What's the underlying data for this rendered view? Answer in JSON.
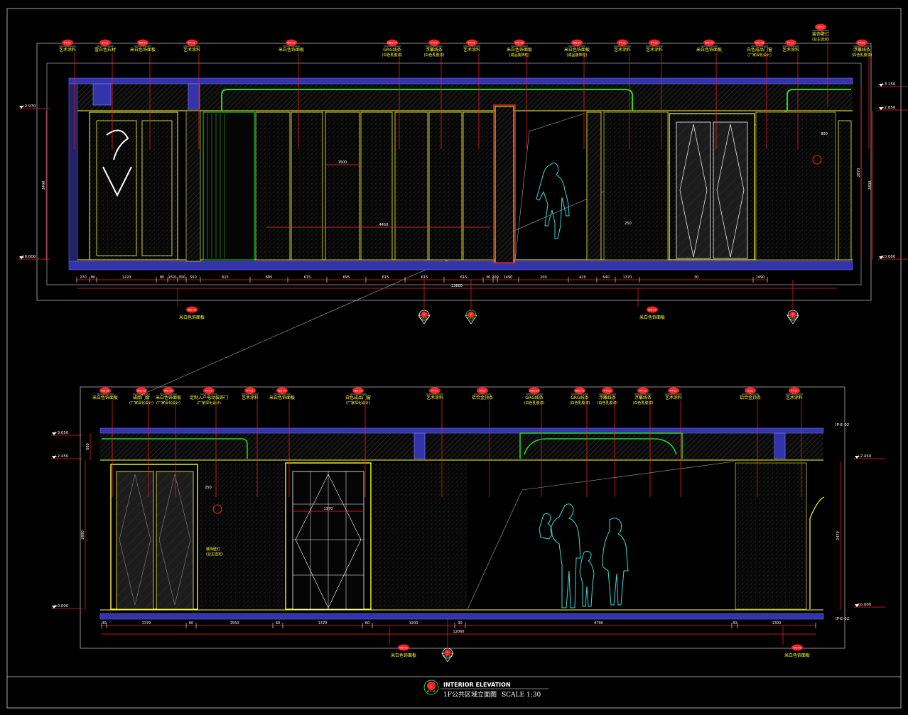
{
  "colors": {
    "background": "#000000",
    "wall_line": "#ffff33",
    "green": "#22dd22",
    "blue_band": "#3333aa",
    "red": "#ff2222",
    "cyan": "#33dddd",
    "white": "#ffffff",
    "gray": "#888888"
  },
  "title_block": {
    "tag_top": "A",
    "tag_bottom": "IP-F-02",
    "title_en": "INTERIOR ELEVATION",
    "title_zh": "1F公共区域立面图",
    "scale": "SCALE 1:30"
  },
  "elevation_top": {
    "callouts": [
      {
        "tag": "PT-01",
        "text": "艺术涂料",
        "sub": ""
      },
      {
        "tag": "ST-01",
        "text": "雪白色石材",
        "sub": ""
      },
      {
        "tag": "WD-01",
        "text": "米白色饰面板",
        "sub": ""
      },
      {
        "tag": "PT-01",
        "text": "艺术涂料",
        "sub": ""
      },
      {
        "tag": "WD-01",
        "text": "米白色饰面板",
        "sub": ""
      },
      {
        "tag": "GRG-01",
        "text": "GRG线条",
        "sub": "(白色乳胶漆)"
      },
      {
        "tag": "PT-02",
        "text": "浮雕线条",
        "sub": "(白色乳胶漆)"
      },
      {
        "tag": "PT-01",
        "text": "艺术涂料",
        "sub": ""
      },
      {
        "tag": "WD-02",
        "text": "米白色饰面板",
        "sub": "(成品装饰柱)"
      },
      {
        "tag": "WD-02",
        "text": "米白色饰面板",
        "sub": "(成品装饰柱)"
      },
      {
        "tag": "PT-01",
        "text": "艺术涂料",
        "sub": ""
      },
      {
        "tag": "PT-01",
        "text": "艺术涂料",
        "sub": ""
      },
      {
        "tag": "WD-01",
        "text": "米白色饰面板",
        "sub": ""
      },
      {
        "tag": "WD-03",
        "text": "白色成品门窗",
        "sub": "(厂家深化设计)"
      },
      {
        "tag": "PT-01",
        "text": "艺术涂料",
        "sub": ""
      },
      {
        "tag": "LT-01",
        "text": "装饰壁灯",
        "sub": "(业主选定)"
      },
      {
        "tag": "PT-02",
        "text": "浮雕线条",
        "sub": "(白色乳胶漆)"
      }
    ],
    "levels": {
      "ceiling_left": "+2.970",
      "floor_left": "±0.000",
      "top_right": "+3.150",
      "ceiling_right": "+2.850",
      "floor_right": "±0.000"
    },
    "bottom_dims": [
      "270",
      "80",
      "1220",
      "80",
      "1501",
      "300",
      "550",
      "615",
      "695",
      "615",
      "695",
      "615",
      "615",
      "615",
      "30",
      "200",
      "1490",
      "200",
      "420",
      "640",
      "1370",
      "30",
      "1490"
    ],
    "total_dim": "13800",
    "bottom_callouts": [
      {
        "tag": "WD-01",
        "text": "米白色饰面板"
      },
      {
        "tag": "WD-01",
        "text": "米白色饰面板"
      }
    ],
    "section_markers": [
      {
        "letter": "B",
        "sheet": "IP-E-02"
      },
      {
        "letter": "C",
        "sheet": "IP-E-02"
      },
      {
        "letter": "D",
        "sheet": "IP-E-02"
      }
    ],
    "inner_dims": {
      "h1": "3400",
      "h2": "2870",
      "h3": "2800",
      "h4": "4450",
      "d1": "1500",
      "d2": "800",
      "d3": "250"
    }
  },
  "elevation_bottom": {
    "callouts": [
      {
        "tag": "WD-01",
        "text": "米白色饰面板",
        "sub": ""
      },
      {
        "tag": "WD-02",
        "text": "成品门套",
        "sub": "(厂家深化设计)"
      },
      {
        "tag": "WD-01",
        "text": "米白色饰面板",
        "sub": "(厂家深化设计)"
      },
      {
        "tag": "PT-01",
        "text": "定制入户电动装饰门",
        "sub": "(厂家深化设计)"
      },
      {
        "tag": "PT-01",
        "text": "艺术涂料",
        "sub": ""
      },
      {
        "tag": "WD-01",
        "text": "米白色饰面板",
        "sub": ""
      },
      {
        "tag": "WD-03",
        "text": "白色成品门窗",
        "sub": "(厂家深化设计)"
      },
      {
        "tag": "PT-01",
        "text": "艺术涂料",
        "sub": ""
      },
      {
        "tag": "LT-01",
        "text": "铝合金顶条",
        "sub": ""
      },
      {
        "tag": "GRG-01",
        "text": "GRG线条",
        "sub": "(白色乳胶漆)"
      },
      {
        "tag": "GRG-01",
        "text": "GRG线条",
        "sub": "(白色乳胶漆)"
      },
      {
        "tag": "PT-02",
        "text": "浮雕线条",
        "sub": "(白色乳胶漆)"
      },
      {
        "tag": "PT-02",
        "text": "浮雕线条",
        "sub": "(白色乳胶漆)"
      },
      {
        "tag": "PT-01",
        "text": "艺术涂料",
        "sub": ""
      },
      {
        "tag": "LT-01",
        "text": "铝合金顶条",
        "sub": ""
      },
      {
        "tag": "PT-01",
        "text": "艺术涂料",
        "sub": ""
      }
    ],
    "levels": {
      "top_left": "+3.050",
      "ceiling_left": "+2.450",
      "floor_left": "±0.000",
      "ceiling_right": "+2.450",
      "floor_right": "±0.000"
    },
    "side_labels": {
      "top": "IP-E-02",
      "bottom": "IP-E-02"
    },
    "bottom_dims": [
      "30",
      "1370",
      "60",
      "1550",
      "60",
      "1370",
      "60",
      "1200",
      "30",
      "4790",
      "30",
      "1300"
    ],
    "total_dim": "12060",
    "bottom_callouts": [
      {
        "tag": "WD-01",
        "text": "米白色饰面板"
      },
      {
        "tag": "WD-01",
        "text": "米白色饰面板"
      }
    ],
    "section_marker": {
      "letter": "E",
      "sheet": "IP-E-02"
    },
    "inner_dims": {
      "h1": "2890",
      "h2": "2470",
      "h3": "600",
      "d1": "1370",
      "d2": "250"
    },
    "lamp_callout": {
      "text": "装饰壁灯",
      "sub": "(业主选定)"
    }
  }
}
